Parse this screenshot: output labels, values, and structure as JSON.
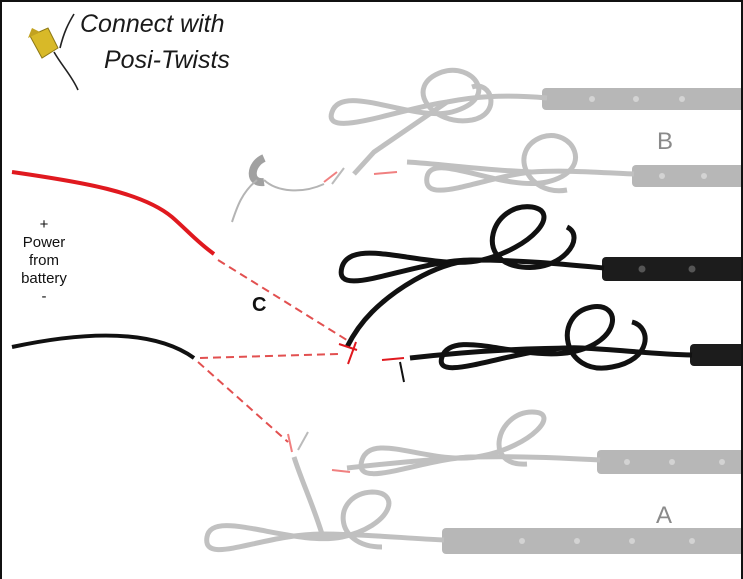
{
  "title": {
    "line1": "Connect with",
    "line2": "Posi-Twists"
  },
  "power": {
    "plus": "+",
    "line1": "Power",
    "line2": "from",
    "line3": "battery",
    "minus": "-"
  },
  "labels": {
    "c": "C",
    "b": "B",
    "a": "A"
  },
  "colors": {
    "positive_wire": "#e0191f",
    "negative_wire": "#111111",
    "guide_dash": "#e25050",
    "active_strip": "#1a1a1a",
    "faded_strip": "#9c9c9c",
    "connector": "#d8b928"
  },
  "icons": {
    "connector": "posi-twist-connector-icon",
    "led_strip": "led-strip-icon",
    "coiled_wire": "coiled-wire-icon"
  }
}
